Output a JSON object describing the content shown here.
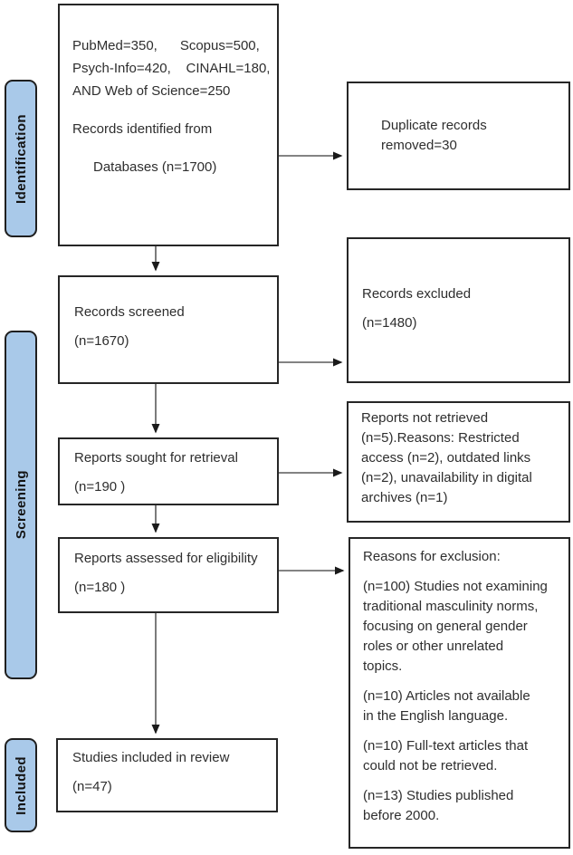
{
  "diagram": {
    "type": "prisma-flow",
    "colors": {
      "stage_fill": "#a9c9e9",
      "stage_border": "#1f1f1f",
      "box_border": "#262626",
      "arrow_line": "#5a5a5a",
      "arrow_head": "#1a1a1a"
    }
  },
  "stages": {
    "identification": "Identification",
    "screening": "Screening",
    "included": "Included"
  },
  "boxes": {
    "identified": {
      "line1": "PubMed=350,      Scopus=500,",
      "line2": "Psych-Info=420,    CINAHL=180,",
      "line3": "AND Web of Science=250",
      "line4": "Records identified from",
      "line5": "Databases (n=1700)"
    },
    "duplicates": {
      "text": "Duplicate records\nremoved=30"
    },
    "screened": {
      "line1": "Records screened",
      "line2": "(n=1670)"
    },
    "excluded": {
      "line1": "Records excluded",
      "line2": "(n=1480)"
    },
    "sought": {
      "line1": "Reports sought for retrieval",
      "line2": "(n=190 )"
    },
    "not_retrieved": {
      "text": "Reports not retrieved\n(n=5).Reasons: Restricted\naccess (n=2), outdated links\n(n=2), unavailability in digital\narchives (n=1)"
    },
    "assessed": {
      "line1": "Reports assessed for eligibility",
      "line2": "(n=180 )"
    },
    "reasons": {
      "title": "Reasons for exclusion:",
      "item1": "(n=100) Studies not examining\ntraditional masculinity norms,\nfocusing on general gender\nroles or other unrelated\ntopics.",
      "item2": "(n=10) Articles not available\nin the English language.",
      "item3": "(n=10) Full-text articles that\ncould not be retrieved.",
      "item4": "(n=13) Studies published\nbefore 2000."
    },
    "included_review": {
      "line1": "Studies included in review",
      "line2": "(n=47)"
    }
  }
}
